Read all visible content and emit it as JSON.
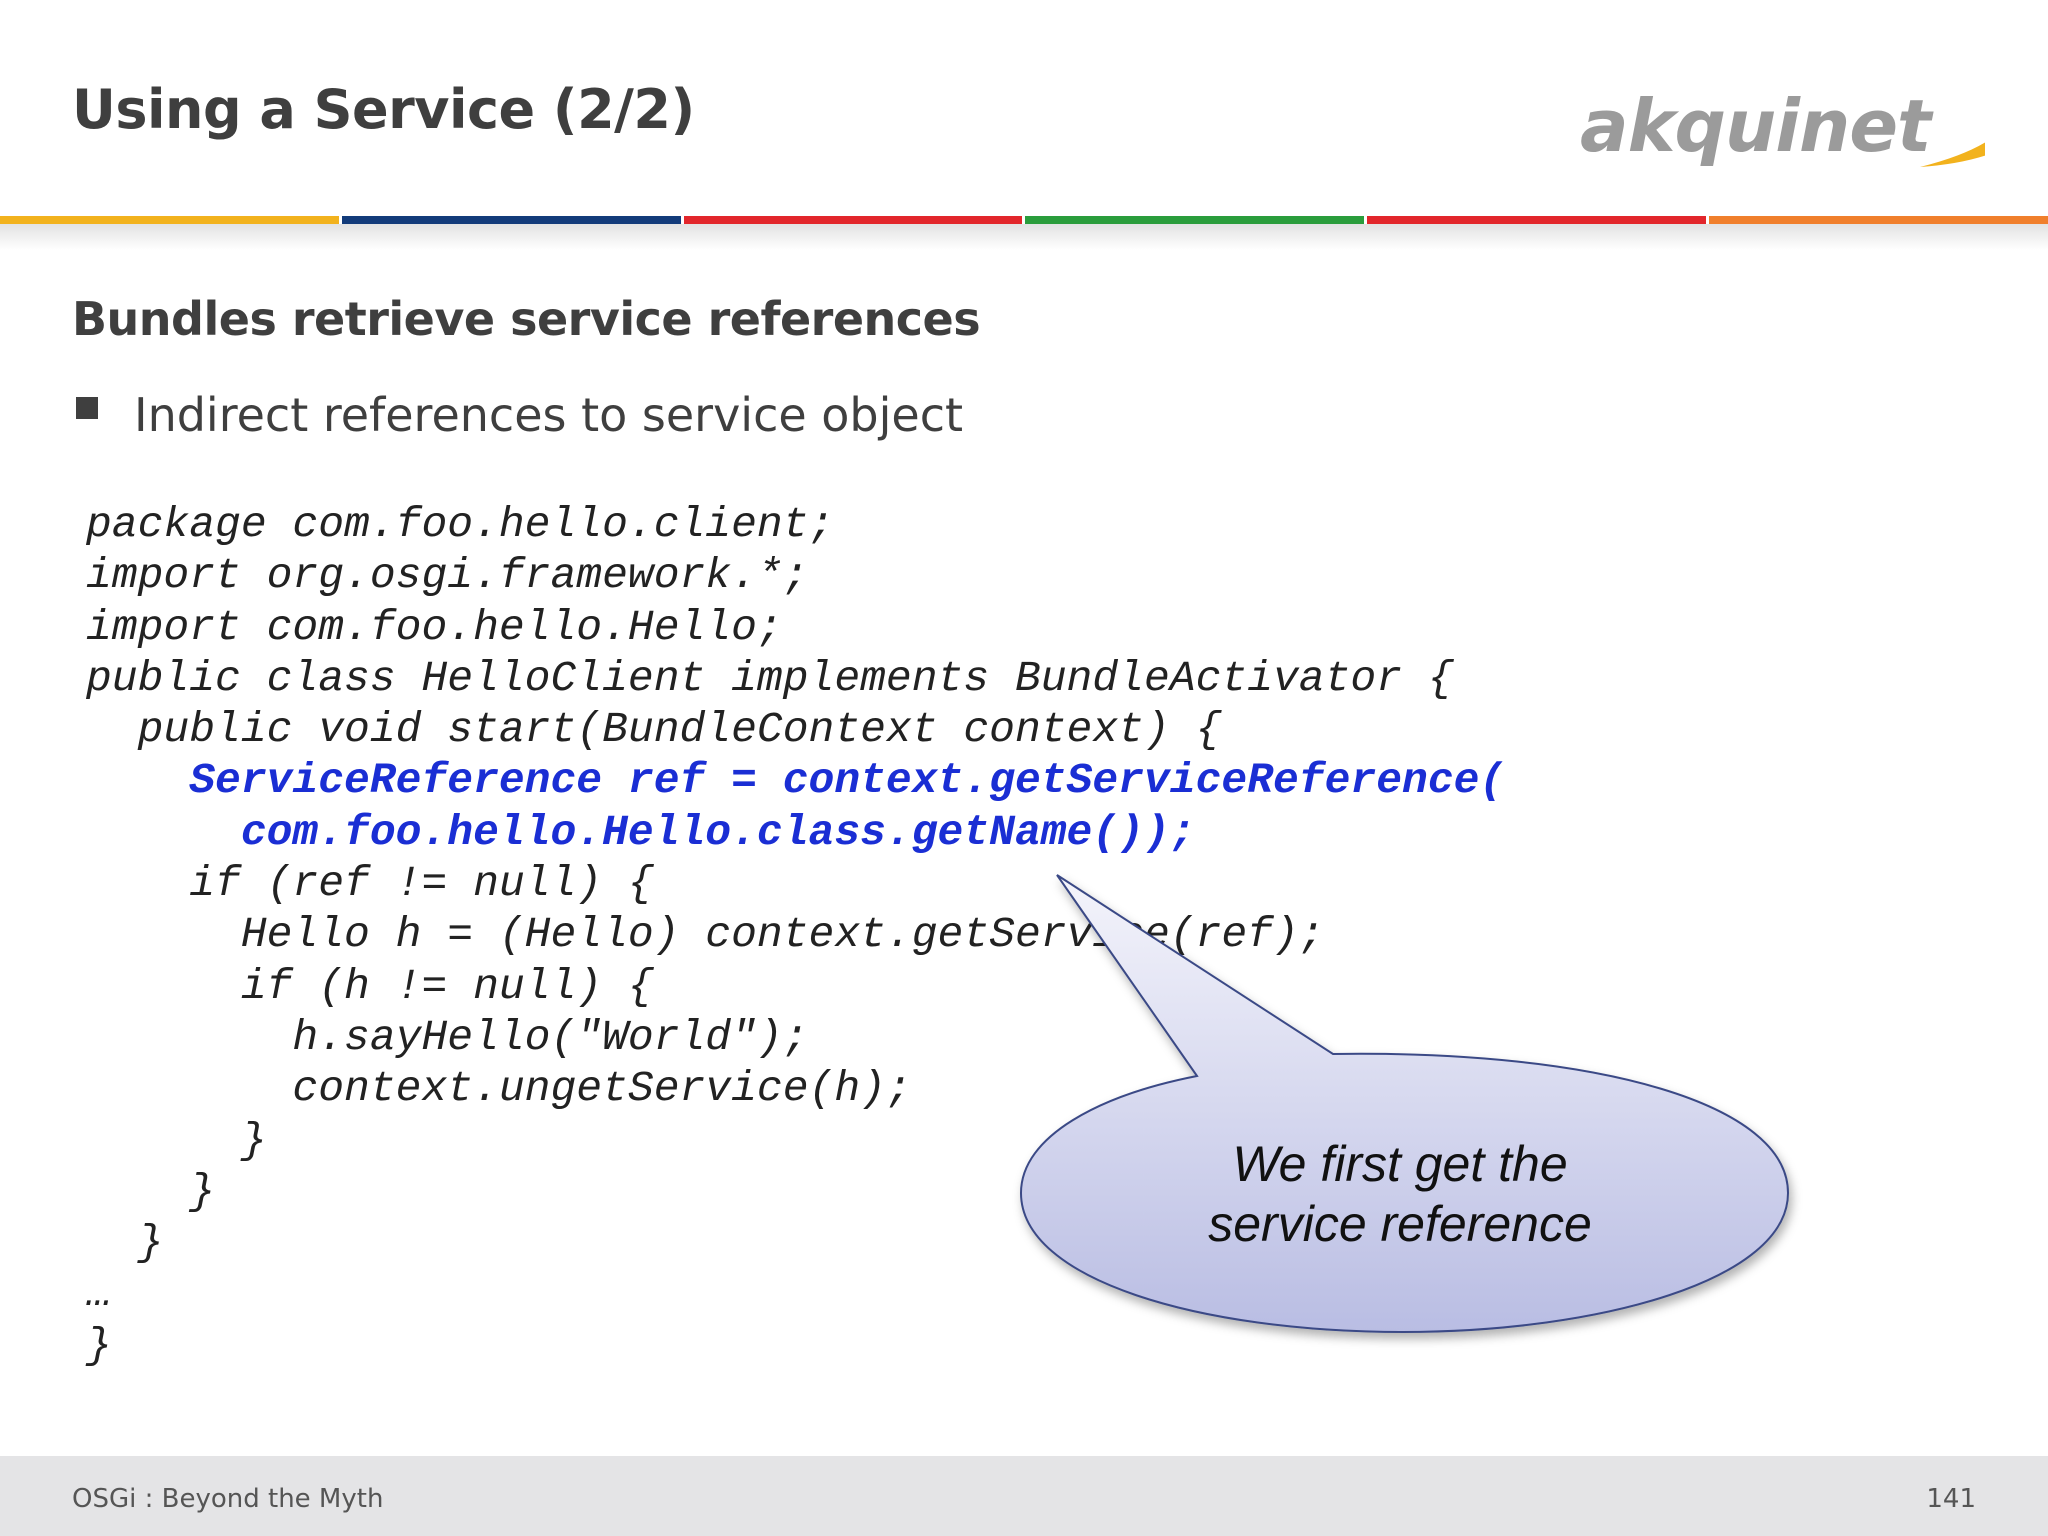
{
  "slide": {
    "title": "Using a Service (2/2)",
    "heading": "Bundles retrieve service references",
    "bullet": "Indirect references to service object",
    "logo_text": "akquinet",
    "color_bar": [
      "#f2b21d",
      "#123b7a",
      "#e2262b",
      "#2a9d3c",
      "#e2262b",
      "#f07f2c"
    ],
    "code_lines": [
      {
        "text": "package com.foo.hello.client;",
        "highlight": false
      },
      {
        "text": "import org.osgi.framework.*;",
        "highlight": false
      },
      {
        "text": "import com.foo.hello.Hello;",
        "highlight": false
      },
      {
        "text": "public class HelloClient implements BundleActivator {",
        "highlight": false
      },
      {
        "text": "  public void start(BundleContext context) {",
        "highlight": false
      },
      {
        "text": "    ServiceReference ref = context.getServiceReference(",
        "highlight": true
      },
      {
        "text": "      com.foo.hello.Hello.class.getName());",
        "highlight": true
      },
      {
        "text": "    if (ref != null) {",
        "highlight": false
      },
      {
        "text": "      Hello h = (Hello) context.getService(ref);",
        "highlight": false
      },
      {
        "text": "      if (h != null) {",
        "highlight": false
      },
      {
        "text": "        h.sayHello(\"World\");",
        "highlight": false
      },
      {
        "text": "        context.ungetService(h);",
        "highlight": false
      },
      {
        "text": "      }",
        "highlight": false
      },
      {
        "text": "    }",
        "highlight": false
      },
      {
        "text": "  }",
        "highlight": false
      },
      {
        "text": "…",
        "highlight": false
      },
      {
        "text": "}",
        "highlight": false
      }
    ],
    "callout": {
      "line1": "We first get the",
      "line2": "service reference"
    },
    "footer": {
      "left": "OSGi : Beyond the Myth",
      "page_number": "141"
    }
  }
}
